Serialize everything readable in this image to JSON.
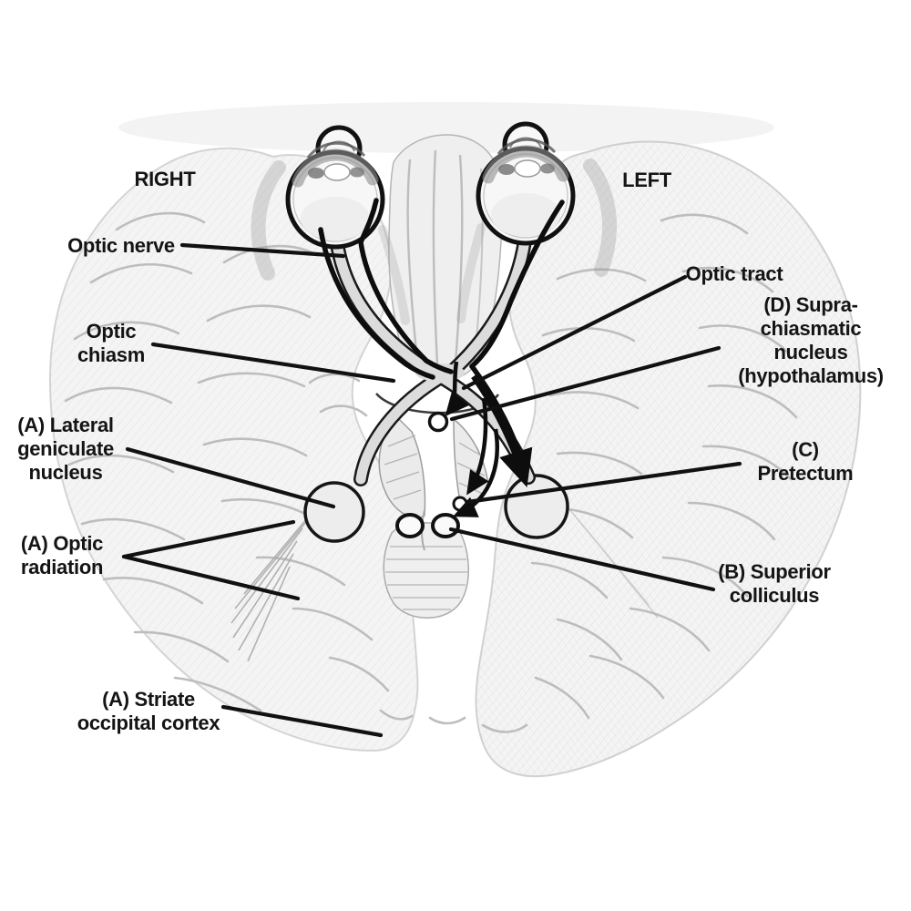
{
  "figure": {
    "type": "anatomical-diagram",
    "subject": "Ventral view of the brain with eyes and central visual pathways",
    "labels": {
      "right": "RIGHT",
      "left": "LEFT",
      "optic_nerve": "Optic nerve",
      "optic_chiasm": "Optic\nchiasm",
      "lgn": "(A) Lateral\ngeniculate\nnucleus",
      "optic_radiation": "(A) Optic\nradiation",
      "striate": "(A) Striate\noccipital cortex",
      "optic_tract": "Optic tract",
      "scn": "(D) Supra-chiasmatic\nnucleus\n(hypothalamus)",
      "pretectum": "(C) Pretectum",
      "superior_colliculus": "(B) Superior\ncolliculus"
    },
    "colors": {
      "ink": "#111111",
      "pathway_fill": "#dcdcdc",
      "brain_fill": "#f4f4f4",
      "brain_line": "#b0b0b0",
      "background": "#ffffff"
    }
  }
}
